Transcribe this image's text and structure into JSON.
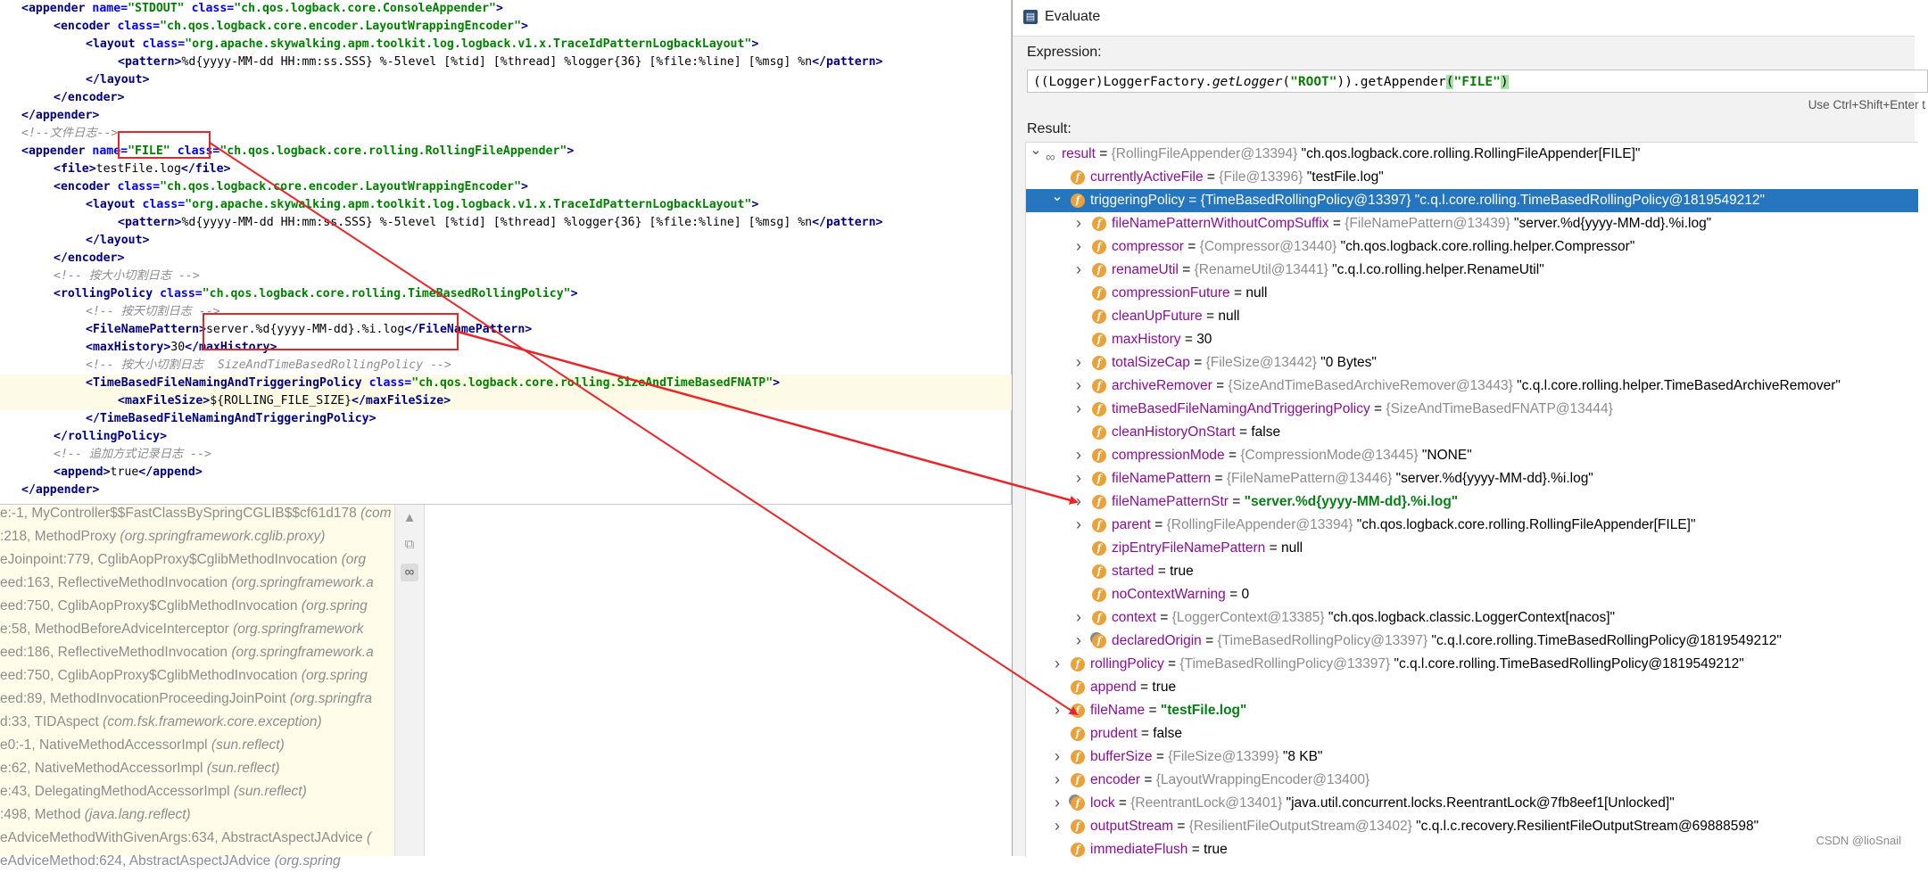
{
  "xml_lines": [
    {
      "indent": 1,
      "tokens": [
        [
          "tag",
          "<appender "
        ],
        [
          "attr",
          "name="
        ],
        [
          "val",
          "\"STDOUT\" "
        ],
        [
          "attr",
          "class="
        ],
        [
          "val",
          "\"ch.qos.logback.core.ConsoleAppender\""
        ],
        [
          "tag",
          ">"
        ]
      ]
    },
    {
      "indent": 3,
      "tokens": [
        [
          "tag",
          "<encoder "
        ],
        [
          "attr",
          "class="
        ],
        [
          "val",
          "\"ch.qos.logback.core.encoder.LayoutWrappingEncoder\""
        ],
        [
          "tag",
          ">"
        ]
      ]
    },
    {
      "indent": 5,
      "tokens": [
        [
          "tag",
          "<layout "
        ],
        [
          "attr",
          "class="
        ],
        [
          "val",
          "\"org.apache.skywalking.apm.toolkit.log.logback.v1.x.TraceIdPatternLogbackLayout\""
        ],
        [
          "tag",
          ">"
        ]
      ]
    },
    {
      "indent": 7,
      "tokens": [
        [
          "tag",
          "<pattern>"
        ],
        [
          "txt",
          "%d{yyyy-MM-dd HH:mm:ss.SSS} %-5level [%tid] [%thread] %logger{36} [%file:%line] [%msg] %n"
        ],
        [
          "tag",
          "</pattern>"
        ]
      ]
    },
    {
      "indent": 5,
      "tokens": [
        [
          "tag",
          "</layout>"
        ]
      ]
    },
    {
      "indent": 3,
      "tokens": [
        [
          "tag",
          "</encoder>"
        ]
      ]
    },
    {
      "indent": 1,
      "tokens": [
        [
          "tag",
          "</appender>"
        ]
      ]
    },
    {
      "indent": 1,
      "tokens": [
        [
          "cmt",
          "<!--文件日志-->"
        ]
      ]
    },
    {
      "indent": 1,
      "tokens": [
        [
          "tag",
          "<appender "
        ],
        [
          "attr",
          "name="
        ],
        [
          "val",
          "\"FILE\" "
        ],
        [
          "attr",
          "class="
        ],
        [
          "val",
          "\"ch.qos.logback.core.rolling.RollingFileAppender\""
        ],
        [
          "tag",
          ">"
        ]
      ]
    },
    {
      "indent": 3,
      "tokens": [
        [
          "tag",
          "<file>"
        ],
        [
          "txt",
          "testFile.log"
        ],
        [
          "tag",
          "</file>"
        ]
      ]
    },
    {
      "indent": 3,
      "tokens": [
        [
          "tag",
          "<encoder "
        ],
        [
          "attr",
          "class="
        ],
        [
          "val",
          "\"ch.qos.logback.core.encoder.LayoutWrappingEncoder\""
        ],
        [
          "tag",
          ">"
        ]
      ]
    },
    {
      "indent": 5,
      "tokens": [
        [
          "tag",
          "<layout "
        ],
        [
          "attr",
          "class="
        ],
        [
          "val",
          "\"org.apache.skywalking.apm.toolkit.log.logback.v1.x.TraceIdPatternLogbackLayout\""
        ],
        [
          "tag",
          ">"
        ]
      ]
    },
    {
      "indent": 7,
      "tokens": [
        [
          "tag",
          "<pattern>"
        ],
        [
          "txt",
          "%d{yyyy-MM-dd HH:mm:ss.SSS} %-5level [%tid] [%thread] %logger{36} [%file:%line] [%msg] %n"
        ],
        [
          "tag",
          "</pattern>"
        ]
      ]
    },
    {
      "indent": 5,
      "tokens": [
        [
          "tag",
          "</layout>"
        ]
      ]
    },
    {
      "indent": 3,
      "tokens": [
        [
          "tag",
          "</encoder>"
        ]
      ]
    },
    {
      "indent": 3,
      "tokens": [
        [
          "cmt",
          "<!-- 按大小切割日志 -->"
        ]
      ]
    },
    {
      "indent": 3,
      "tokens": [
        [
          "tag",
          "<rollingPolicy "
        ],
        [
          "attr",
          "class="
        ],
        [
          "val",
          "\"ch.qos.logback.core.rolling.TimeBasedRollingPolicy\""
        ],
        [
          "tag",
          ">"
        ]
      ]
    },
    {
      "indent": 5,
      "tokens": [
        [
          "cmt",
          "<!-- 按天切割日志 -->"
        ]
      ]
    },
    {
      "indent": 5,
      "tokens": [
        [
          "tag",
          "<FileNamePattern>"
        ],
        [
          "txt",
          "server.%d{yyyy-MM-dd}.%i.log"
        ],
        [
          "tag",
          "</FileNamePattern>"
        ]
      ]
    },
    {
      "indent": 5,
      "tokens": [
        [
          "tag",
          "<maxHistory>"
        ],
        [
          "txt",
          "30"
        ],
        [
          "tag",
          "</maxHistory>"
        ]
      ]
    },
    {
      "indent": 5,
      "tokens": [
        [
          "cmt",
          "<!-- 按大小切割日志  SizeAndTimeBasedRollingPolicy -->"
        ]
      ]
    },
    {
      "indent": 5,
      "tokens": [
        [
          "tag",
          "<TimeBasedFileNamingAndTriggeringPolicy "
        ],
        [
          "attr",
          "class="
        ],
        [
          "val",
          "\"ch.qos.logback.core.rolling.SizeAndTimeBasedFNATP\""
        ],
        [
          "tag",
          ">"
        ]
      ],
      "highlight": true
    },
    {
      "indent": 7,
      "tokens": [
        [
          "tag",
          "<maxFileSize>"
        ],
        [
          "txt",
          "${ROLLING_FILE_SIZE}"
        ],
        [
          "tag",
          "</maxFileSize>"
        ]
      ],
      "highlight": true
    },
    {
      "indent": 5,
      "tokens": [
        [
          "tag",
          "</TimeBasedFileNamingAndTriggeringPolicy>"
        ]
      ]
    },
    {
      "indent": 3,
      "tokens": [
        [
          "tag",
          "</rollingPolicy>"
        ]
      ]
    },
    {
      "indent": 3,
      "tokens": [
        [
          "cmt",
          "<!-- 追加方式记录日志 -->"
        ]
      ]
    },
    {
      "indent": 3,
      "tokens": [
        [
          "tag",
          "<append>"
        ],
        [
          "txt",
          "true"
        ],
        [
          "tag",
          "</append>"
        ]
      ]
    },
    {
      "indent": 1,
      "tokens": [
        [
          "tag",
          "</appender>"
        ]
      ]
    }
  ],
  "stack_frames": [
    [
      "e:-1, MyController$$FastClassBySpringCGLIB$$cf61d178 ",
      "(com"
    ],
    [
      ":218, MethodProxy ",
      "(org.springframework.cglib.proxy)"
    ],
    [
      "eJoinpoint:779, CglibAopProxy$CglibMethodInvocation ",
      "(org"
    ],
    [
      "eed:163, ReflectiveMethodInvocation ",
      "(org.springframework.a"
    ],
    [
      "eed:750, CglibAopProxy$CglibMethodInvocation ",
      "(org.spring"
    ],
    [
      "e:58, MethodBeforeAdviceInterceptor ",
      "(org.springframework"
    ],
    [
      "eed:186, ReflectiveMethodInvocation ",
      "(org.springframework.a"
    ],
    [
      "eed:750, CglibAopProxy$CglibMethodInvocation ",
      "(org.spring"
    ],
    [
      "eed:89, MethodInvocationProceedingJoinPoint ",
      "(org.springfra"
    ],
    [
      "d:33, TIDAspect ",
      "(com.fsk.framework.core.exception)"
    ],
    [
      "e0:-1, NativeMethodAccessorImpl ",
      "(sun.reflect)"
    ],
    [
      "e:62, NativeMethodAccessorImpl ",
      "(sun.reflect)"
    ],
    [
      "e:43, DelegatingMethodAccessorImpl ",
      "(sun.reflect)"
    ],
    [
      ":498, Method ",
      "(java.lang.reflect)"
    ],
    [
      "eAdviceMethodWithGivenArgs:634, AbstractAspectJAdvice ",
      "("
    ],
    [
      "eAdviceMethod:624, AbstractAspectJAdvice ",
      "(org.spring"
    ]
  ],
  "evaluate": {
    "title": "Evaluate",
    "expression_label": "Expression:",
    "expression_tokens": [
      [
        "p",
        "(("
      ],
      [
        "p",
        "Logger"
      ],
      [
        "p",
        ")"
      ],
      [
        "p",
        "LoggerFactory."
      ],
      [
        "m",
        "getLogger"
      ],
      [
        "p",
        "("
      ],
      [
        "s",
        "\"ROOT\""
      ],
      [
        "p",
        "))."
      ],
      [
        "p",
        "getAppender"
      ],
      [
        "h",
        "("
      ],
      [
        "s",
        "\"FILE\""
      ],
      [
        "h",
        ")"
      ]
    ],
    "hint": "Use Ctrl+Shift+Enter t",
    "result_label": "Result:"
  },
  "tree_rows": [
    {
      "level": 0,
      "arrow": "down",
      "icon": "oo",
      "name": "result",
      "type": "{RollingFileAppender@13394}",
      "value": "\"ch.qos.logback.core.rolling.RollingFileAppender[FILE]\""
    },
    {
      "level": 1,
      "arrow": "",
      "icon": "f",
      "name": "currentlyActiveFile",
      "type": "{File@13396}",
      "value": "\"testFile.log\""
    },
    {
      "level": 1,
      "arrow": "down",
      "icon": "f",
      "name": "triggeringPolicy",
      "type": "{TimeBasedRollingPolicy@13397}",
      "value": "\"c.q.l.core.rolling.TimeBasedRollingPolicy@1819549212\"",
      "selected": true
    },
    {
      "level": 2,
      "arrow": "right",
      "icon": "f",
      "name": "fileNamePatternWithoutCompSuffix",
      "type": "{FileNamePattern@13439}",
      "value": "\"server.%d{yyyy-MM-dd}.%i.log\""
    },
    {
      "level": 2,
      "arrow": "right",
      "icon": "f",
      "name": "compressor",
      "type": "{Compressor@13440}",
      "value": "\"ch.qos.logback.core.rolling.helper.Compressor\""
    },
    {
      "level": 2,
      "arrow": "right",
      "icon": "f",
      "name": "renameUtil",
      "type": "{RenameUtil@13441}",
      "value": "\"c.q.l.co.rolling.helper.RenameUtil\""
    },
    {
      "level": 2,
      "arrow": "",
      "icon": "f",
      "name": "compressionFuture",
      "type": "",
      "value": "null"
    },
    {
      "level": 2,
      "arrow": "",
      "icon": "f",
      "name": "cleanUpFuture",
      "type": "",
      "value": "null"
    },
    {
      "level": 2,
      "arrow": "",
      "icon": "f",
      "name": "maxHistory",
      "type": "",
      "value": "30"
    },
    {
      "level": 2,
      "arrow": "right",
      "icon": "f",
      "name": "totalSizeCap",
      "type": "{FileSize@13442}",
      "value": "\"0 Bytes\""
    },
    {
      "level": 2,
      "arrow": "right",
      "icon": "f",
      "name": "archiveRemover",
      "type": "{SizeAndTimeBasedArchiveRemover@13443}",
      "value": "\"c.q.l.core.rolling.helper.TimeBasedArchiveRemover\""
    },
    {
      "level": 2,
      "arrow": "right",
      "icon": "f",
      "name": "timeBasedFileNamingAndTriggeringPolicy",
      "type": "{SizeAndTimeBasedFNATP@13444}",
      "value": ""
    },
    {
      "level": 2,
      "arrow": "",
      "icon": "f",
      "name": "cleanHistoryOnStart",
      "type": "",
      "value": "false"
    },
    {
      "level": 2,
      "arrow": "right",
      "icon": "f",
      "name": "compressionMode",
      "type": "{CompressionMode@13445}",
      "value": "\"NONE\""
    },
    {
      "level": 2,
      "arrow": "right",
      "icon": "f",
      "name": "fileNamePattern",
      "type": "{FileNamePattern@13446}",
      "value": "\"server.%d{yyyy-MM-dd}.%i.log\""
    },
    {
      "level": 2,
      "arrow": "right",
      "icon": "f",
      "name": "fileNamePatternStr",
      "type": "",
      "value": "\"server.%d{yyyy-MM-dd}.%i.log\"",
      "strong": true
    },
    {
      "level": 2,
      "arrow": "right",
      "icon": "f",
      "name": "parent",
      "type": "{RollingFileAppender@13394}",
      "value": "\"ch.qos.logback.core.rolling.RollingFileAppender[FILE]\""
    },
    {
      "level": 2,
      "arrow": "",
      "icon": "f",
      "name": "zipEntryFileNamePattern",
      "type": "",
      "value": "null"
    },
    {
      "level": 2,
      "arrow": "",
      "icon": "f",
      "name": "started",
      "type": "",
      "value": "true"
    },
    {
      "level": 2,
      "arrow": "",
      "icon": "f",
      "name": "noContextWarning",
      "type": "",
      "value": "0"
    },
    {
      "level": 2,
      "arrow": "right",
      "icon": "f",
      "name": "context",
      "type": "{LoggerContext@13385}",
      "value": "\"ch.qos.logback.classic.LoggerContext[nacos]\""
    },
    {
      "level": 2,
      "arrow": "right",
      "icon": "f-lock",
      "name": "declaredOrigin",
      "type": "{TimeBasedRollingPolicy@13397}",
      "value": "\"c.q.l.core.rolling.TimeBasedRollingPolicy@1819549212\""
    },
    {
      "level": 1,
      "arrow": "right",
      "icon": "f",
      "name": "rollingPolicy",
      "type": "{TimeBasedRollingPolicy@13397}",
      "value": "\"c.q.l.core.rolling.TimeBasedRollingPolicy@1819549212\""
    },
    {
      "level": 1,
      "arrow": "",
      "icon": "f",
      "name": "append",
      "type": "",
      "value": "true"
    },
    {
      "level": 1,
      "arrow": "right",
      "icon": "f",
      "name": "fileName",
      "type": "",
      "value": "\"testFile.log\"",
      "strong": true
    },
    {
      "level": 1,
      "arrow": "",
      "icon": "f",
      "name": "prudent",
      "type": "",
      "value": "false"
    },
    {
      "level": 1,
      "arrow": "right",
      "icon": "f",
      "name": "bufferSize",
      "type": "{FileSize@13399}",
      "value": "\"8 KB\""
    },
    {
      "level": 1,
      "arrow": "right",
      "icon": "f",
      "name": "encoder",
      "type": "{LayoutWrappingEncoder@13400}",
      "value": ""
    },
    {
      "level": 1,
      "arrow": "right",
      "icon": "f-lock",
      "name": "lock",
      "type": "{ReentrantLock@13401}",
      "value": "\"java.util.concurrent.locks.ReentrantLock@7fb8eef1[Unlocked]\""
    },
    {
      "level": 1,
      "arrow": "right",
      "icon": "f",
      "name": "outputStream",
      "type": "{ResilientFileOutputStream@13402}",
      "value": "\"c.q.l.c.recovery.ResilientFileOutputStream@69888598\""
    },
    {
      "level": 1,
      "arrow": "",
      "icon": "f",
      "name": "immediateFlush",
      "type": "",
      "value": "true"
    }
  ],
  "watermark": "CSDN @lioSnail",
  "colors": {
    "annotation": "#e8262a",
    "selection": "#2675bf",
    "field_icon": "#eaa13a"
  },
  "icons": {
    "gutter": [
      "scroll-up-arrow-icon",
      "copy-icon",
      "glasses-icon"
    ],
    "title": "evaluate-app-icon"
  }
}
